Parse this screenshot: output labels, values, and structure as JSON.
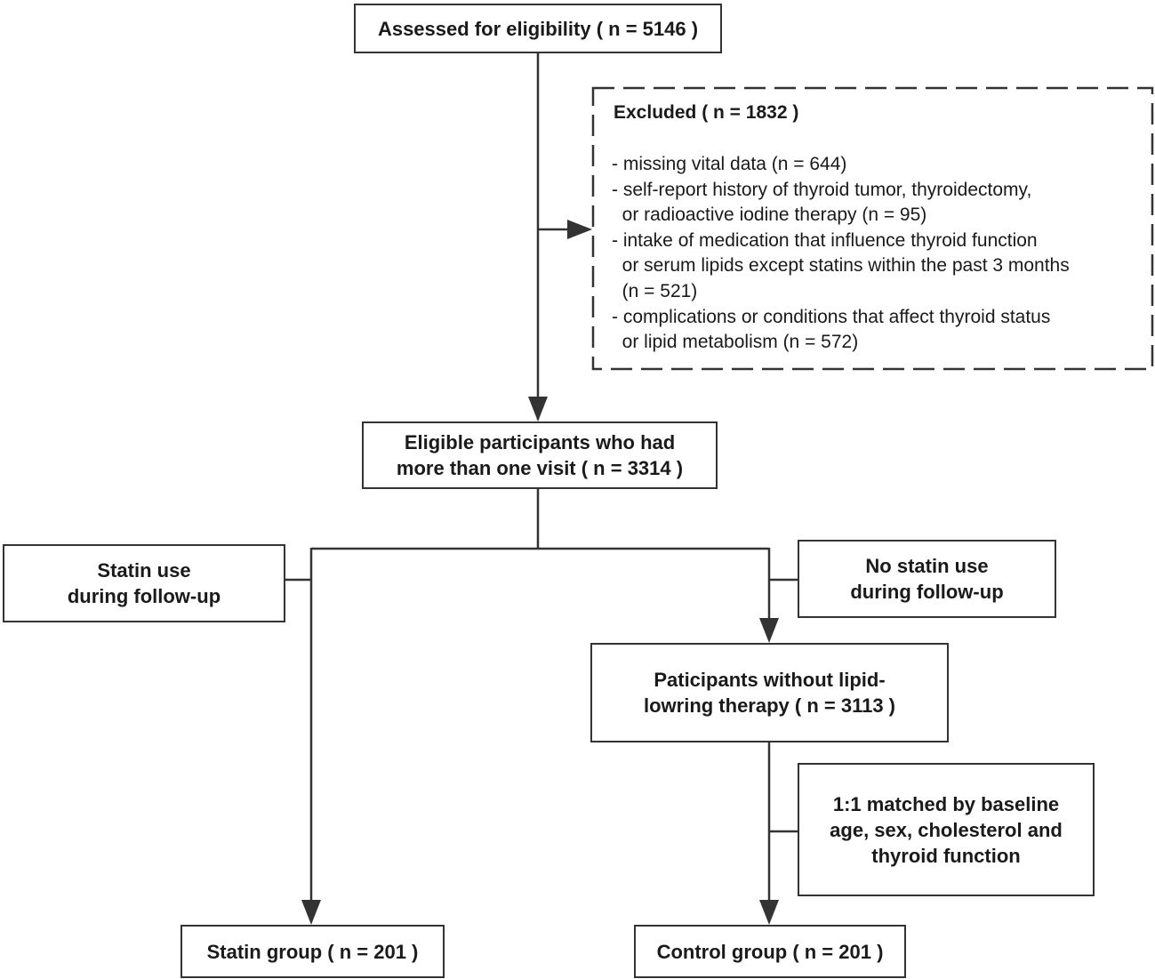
{
  "boxes": {
    "assessed": "Assessed for eligibility ( n = 5146 )",
    "eligible": [
      "Eligible participants who had",
      "more than one visit ( n = 3314 )"
    ],
    "statin_use": [
      "Statin use",
      "during follow-up"
    ],
    "no_statin_use": [
      "No statin use",
      "during follow-up"
    ],
    "participants": [
      "Paticipants without lipid-",
      "lowring therapy ( n = 3113 )"
    ],
    "matched": [
      "1:1 matched by baseline",
      "age, sex, cholesterol and",
      "thyroid function"
    ],
    "statin_group": "Statin group ( n = 201 )",
    "control_group": "Control group ( n = 201 )"
  },
  "excluded": {
    "title": "Excluded ( n = 1832 )",
    "lines": [
      "- missing vital data (n = 644)",
      "- self-report history of thyroid tumor, thyroidectomy,",
      "  or radioactive iodine therapy (n = 95)",
      "- intake of medication that influence thyroid function",
      "  or serum lipids except statins within the past 3 months",
      "  (n = 521)",
      "- complications or conditions that affect thyroid status",
      "  or lipid metabolism (n = 572)"
    ]
  },
  "colors": {
    "line": "#333333",
    "text": "#1a1a1a",
    "background": "#ffffff"
  }
}
